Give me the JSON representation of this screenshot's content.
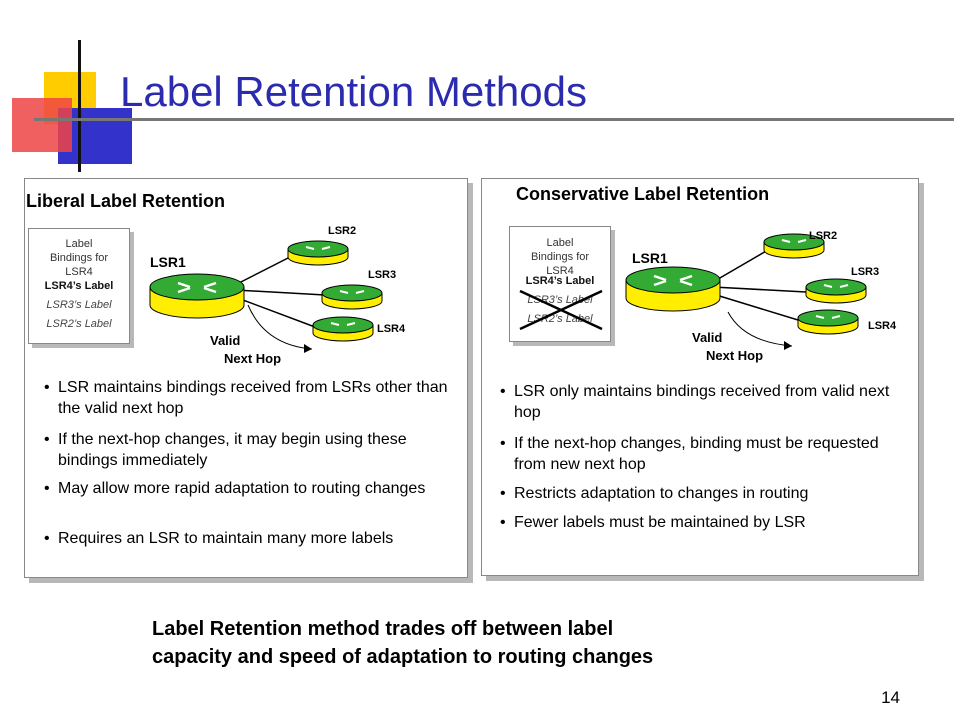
{
  "slide": {
    "title": "Label Retention Methods",
    "page_number": "14"
  },
  "left": {
    "title": "Liberal Label Retention",
    "bindings_header": "Label Bindings for LSR4",
    "bindings": [
      "LSR4’s Label",
      "LSR3’s Label",
      "LSR2’s Label"
    ],
    "router_main": "LSR1",
    "routers": [
      "LSR2",
      "LSR3",
      "LSR4"
    ],
    "valid_label": "Valid",
    "next_hop_label": "Next Hop",
    "bullets": [
      "LSR maintains bindings received from LSRs other than the valid next hop",
      "If the next-hop changes, it may begin using these bindings immediately",
      "May allow more rapid adaptation to routing changes",
      "Requires an LSR to maintain many more labels"
    ]
  },
  "right": {
    "title": "Conservative Label Retention",
    "bindings_header": "Label Bindings for LSR4",
    "bindings": [
      "LSR4’s Label",
      "LSR3’s Label",
      "LSR2’s Label"
    ],
    "router_main": "LSR1",
    "routers": [
      "LSR2",
      "LSR3",
      "LSR4"
    ],
    "valid_label": "Valid",
    "next_hop_label": "Next Hop",
    "bullets": [
      "LSR only maintains bindings received from valid next hop",
      "If the next-hop changes, binding must be requested from new next hop",
      "Restricts adaptation to changes in routing",
      "Fewer labels must be maintained by LSR"
    ]
  },
  "footer": {
    "line1": "Label Retention method trades off between label",
    "line2": "capacity and speed of adaptation to routing changes"
  },
  "colors": {
    "title": "#2b2bb0",
    "router_body": "#ffee00",
    "router_top": "#33aa33",
    "deco_yellow": "#ffcc00",
    "deco_red": "#ee3333",
    "deco_blue": "#3333cc"
  }
}
